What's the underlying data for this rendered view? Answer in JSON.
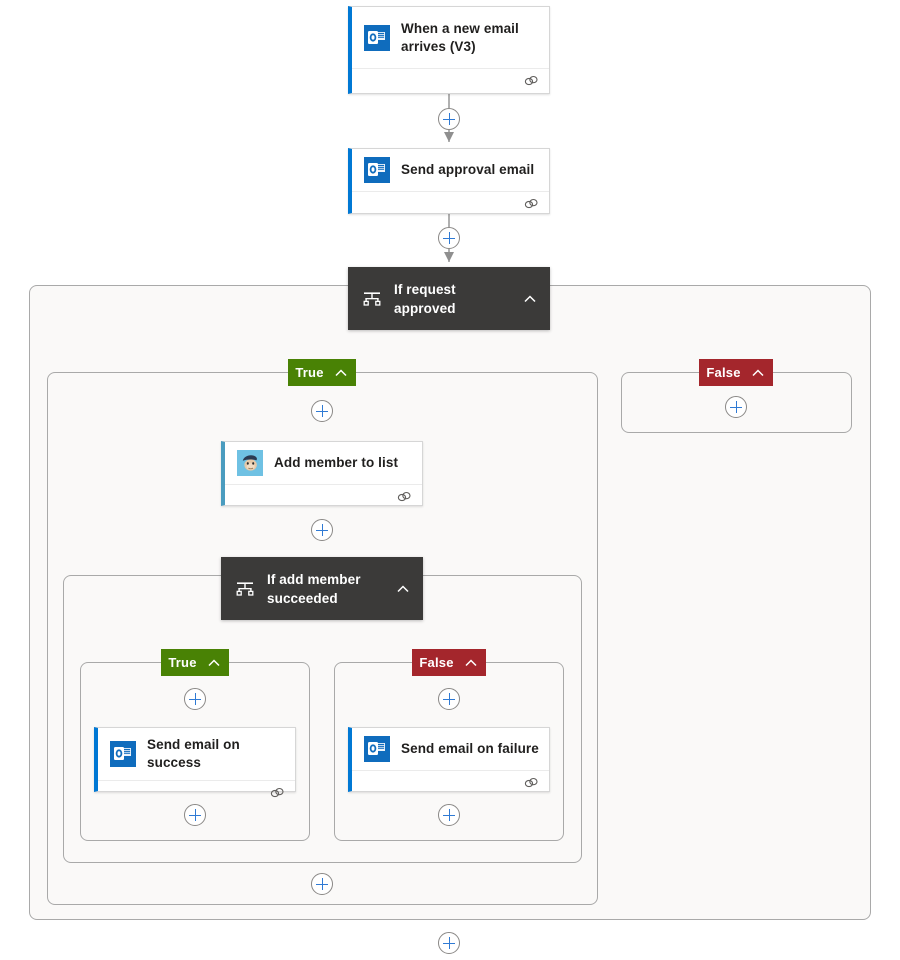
{
  "flow": {
    "title": "Power Automate flow designer canvas",
    "colors": {
      "true_badge": "#498205",
      "false_badge": "#a4262c",
      "condition_node": "#3b3a39",
      "outlook_accent": "#0078d4",
      "mailchimp_accent": "#4a9cbf",
      "plus_glyph": "#2f7ad4",
      "scope_fill": "#faf9f8",
      "scope_border": "#a9a9a9",
      "edge_line": "#8f8f8f"
    },
    "nodes": {
      "trigger": {
        "title": "When a new email arrives (V3)",
        "icon": "outlook-icon",
        "connector_icon": "chain-link-icon"
      },
      "send_approval": {
        "title": "Send approval email",
        "icon": "outlook-icon",
        "connector_icon": "chain-link-icon"
      },
      "if_request_approved": {
        "title": "If request approved",
        "icon": "condition-icon",
        "chevron": "chevron-up-icon"
      },
      "add_member": {
        "title": "Add member to list",
        "icon": "mailchimp-icon",
        "connector_icon": "chain-link-icon"
      },
      "if_add_member_succeeded": {
        "title": "If add member succeeded",
        "icon": "condition-icon",
        "chevron": "chevron-up-icon"
      },
      "send_success": {
        "title": "Send email on success",
        "icon": "outlook-icon",
        "connector_icon": "chain-link-icon"
      },
      "send_failure": {
        "title": "Send email on failure",
        "icon": "outlook-icon",
        "connector_icon": "chain-link-icon"
      }
    },
    "branches": {
      "outer_true": {
        "label": "True",
        "chevron": "chevron-up-icon"
      },
      "outer_false": {
        "label": "False",
        "chevron": "chevron-up-icon"
      },
      "inner_true": {
        "label": "True",
        "chevron": "chevron-up-icon"
      },
      "inner_false": {
        "label": "False",
        "chevron": "chevron-up-icon"
      }
    },
    "add_buttons": [
      {
        "name": "add-step-after-trigger"
      },
      {
        "name": "add-step-after-send-approval"
      },
      {
        "name": "add-step-outer-true-top"
      },
      {
        "name": "add-step-outer-false"
      },
      {
        "name": "add-step-after-add-member"
      },
      {
        "name": "add-step-inner-true-top"
      },
      {
        "name": "add-step-inner-false-top"
      },
      {
        "name": "add-step-inner-true-bottom"
      },
      {
        "name": "add-step-inner-false-bottom"
      },
      {
        "name": "add-step-outer-true-bottom"
      },
      {
        "name": "add-step-end-of-flow"
      }
    ]
  }
}
